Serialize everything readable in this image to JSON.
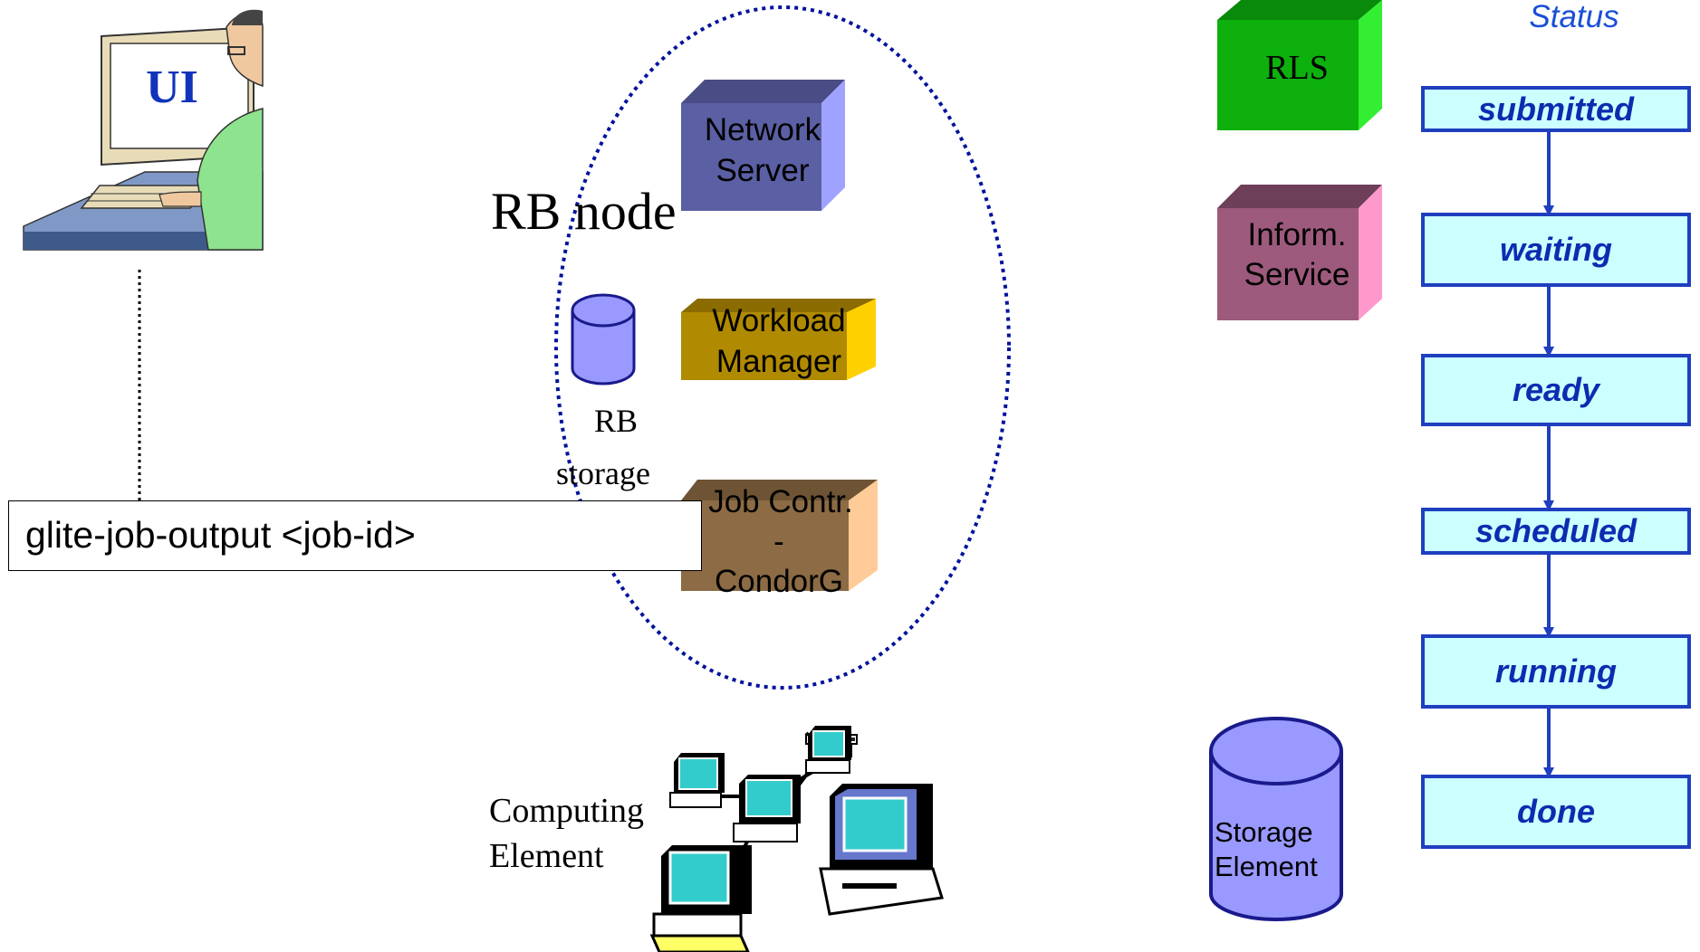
{
  "ui_station": {
    "label": "UI"
  },
  "rb_node": {
    "title": "RB node",
    "storage_label_line1": "RB",
    "storage_label_line2": "storage",
    "network_server": {
      "line1": "Network",
      "line2": "Server"
    },
    "workload_manager": {
      "line1": "Workload",
      "line2": "Manager"
    },
    "job_controller": {
      "line1": "Job Contr.",
      "line2": "-",
      "line3": "CondorG"
    }
  },
  "command": {
    "text": "glite-job-output <job-id>"
  },
  "computing_element": {
    "line1": "Computing",
    "line2": "Element"
  },
  "rls": {
    "label": "RLS"
  },
  "info_service": {
    "line1": "Inform.",
    "line2": "Service"
  },
  "storage_element": {
    "line1": "Storage",
    "line2": "Element"
  },
  "status_panel": {
    "title": "Status",
    "states": [
      "submitted",
      "waiting",
      "ready",
      "scheduled",
      "running",
      "done"
    ]
  },
  "colors": {
    "status_fill": "#ccffff",
    "status_border": "#1f3fbf",
    "status_text": "#0c2cb0",
    "network_server": "#5b5fa3",
    "workload_manager": "#b08a00",
    "job_controller": "#8c6b45",
    "rls": "#0db00d",
    "info_service": "#9d5a7d",
    "storage": "#9999ff",
    "ellipse": "#00129c"
  }
}
